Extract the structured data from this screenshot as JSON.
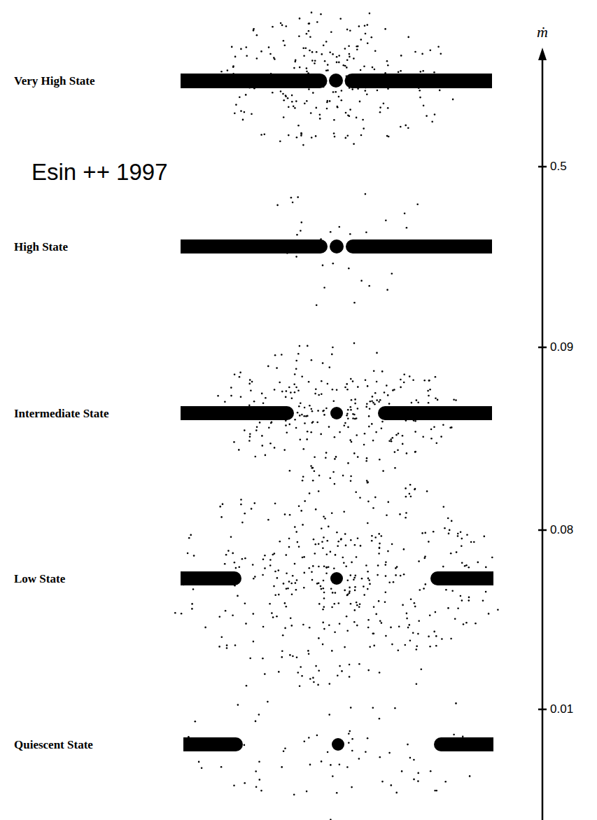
{
  "diagram": {
    "labels": [
      "ṁ",
      "Very High State",
      "Esin ++ 1997",
      "0.5",
      "High State",
      "0.09",
      "Intermediate State",
      "0.08",
      "Low State",
      "0.01",
      "Quiescent State"
    ]
  }
}
